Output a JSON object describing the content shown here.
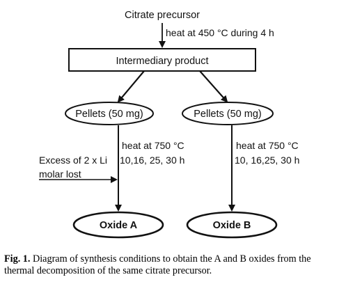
{
  "diagram": {
    "start_label": "Citrate precursor",
    "step1_label": "heat at 450 °C during 4 h",
    "intermediate_label": "Intermediary product",
    "pellets_left": "Pellets (50 mg)",
    "pellets_right": "Pellets (50 mg)",
    "left_heat": "heat at 750 °C",
    "left_times": "10,16, 25, 30 h",
    "right_heat": "heat at 750 °C",
    "right_times": "10, 16,25, 30 h",
    "excess_line1": "Excess of 2 x Li",
    "excess_line2": "molar lost",
    "oxide_a": "Oxide A",
    "oxide_b": "Oxide B"
  },
  "caption": {
    "label": "Fig. 1.",
    "text": " Diagram of synthesis conditions to obtain the A and B oxides from the thermal decomposition of the same citrate precursor."
  }
}
